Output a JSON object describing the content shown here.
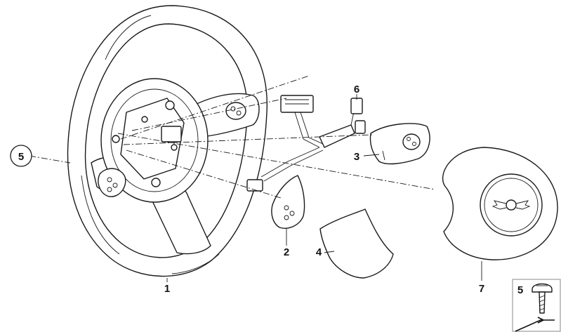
{
  "callouts": {
    "steering_wheel": "1",
    "multifunction_switch": "2",
    "switch_cover_upper": "3",
    "switch_cover_lower": "4",
    "screw": "5",
    "screw_inset": "5",
    "wiring_harness": "6",
    "airbag_module": "7"
  },
  "icons": {
    "logo": "wings-logo-icon",
    "screw": "screw-icon",
    "corner_mark": "arrow-icon"
  }
}
